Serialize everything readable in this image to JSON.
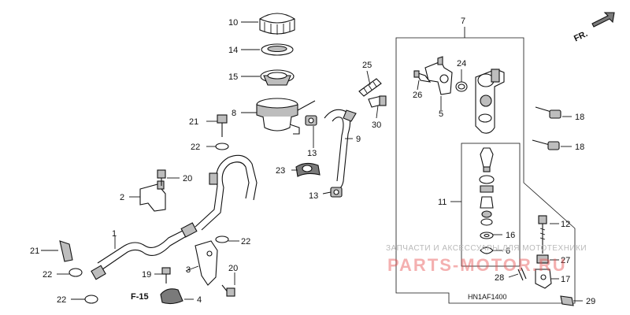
{
  "labels": {
    "p1": "1",
    "p2": "2",
    "p3": "3",
    "p4": "4",
    "p5": "5",
    "p6": "6",
    "p7": "7",
    "p8": "8",
    "p9": "9",
    "p10": "10",
    "p11": "11",
    "p12": "12",
    "p13a": "13",
    "p13b": "13",
    "p14": "14",
    "p15": "15",
    "p16": "16",
    "p17": "17",
    "p18a": "18",
    "p18b": "18",
    "p19": "19",
    "p20a": "20",
    "p20b": "20",
    "p21a": "21",
    "p21b": "21",
    "p22a": "22",
    "p22b": "22",
    "p22c": "22",
    "p22d": "22",
    "p23": "23",
    "p24": "24",
    "p25": "25",
    "p26": "26",
    "p27": "27",
    "p28": "28",
    "p29": "29",
    "p30": "30"
  },
  "direction_marker": "FR.",
  "ref_marker": "F-15",
  "diagram_code": "HN1AF1400",
  "watermark": {
    "text": "ЗАПЧАСТИ И АКСЕССУАРЫ ДЛЯ МОТОТЕХНИКИ",
    "brand": "PARTS-MOTOR.RU"
  },
  "colors": {
    "line": "#111111",
    "part_gray": "#bdbdbd",
    "watermark_red": "#e65050"
  }
}
